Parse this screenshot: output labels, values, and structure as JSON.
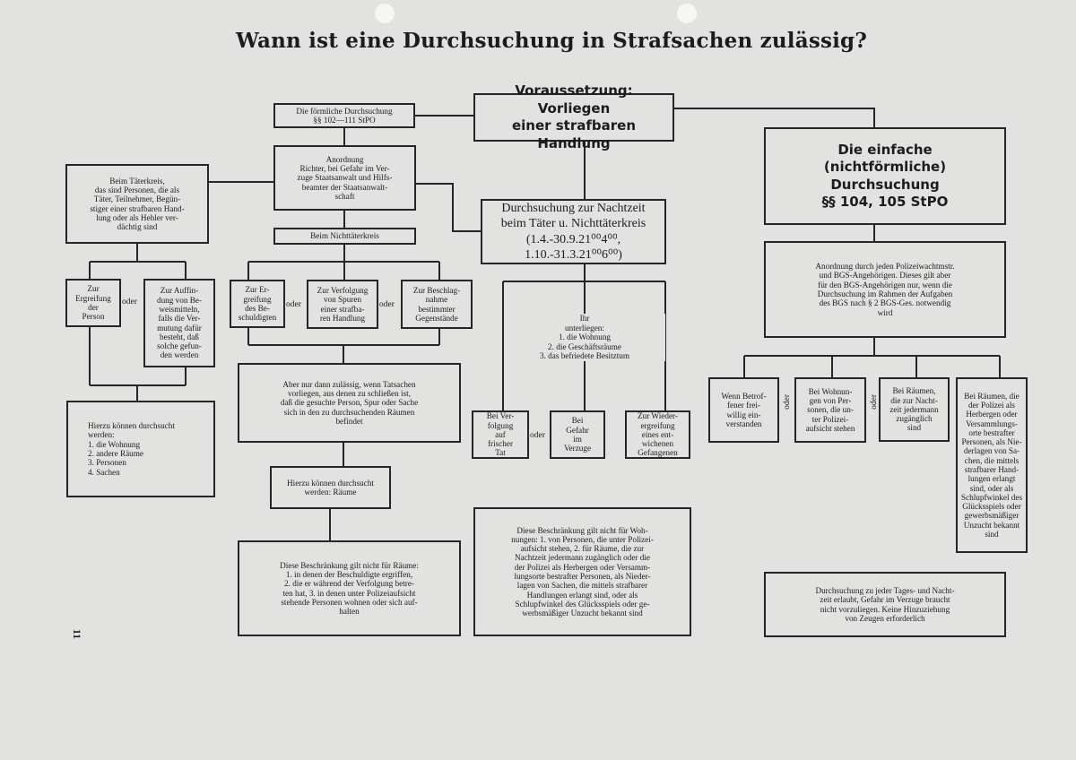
{
  "title": "Wann ist eine Durchsuchung in Strafsachen zulässig?",
  "page_number": "11",
  "connector_word": "oder",
  "boxes": {
    "formal": "Die förmliche Durchsuchung\n§§ 102—111 StPO",
    "premise": "Voraussetzung: Vorliegen\neiner strafbaren Handlung",
    "order": "Anordnung\nRichter, bei Gefahr im Ver-\nzuge Staatsanwalt und Hilfs-\nbeamter der Staatsanwalt-\nschaft",
    "perpetrators": "Beim Täterkreis,\ndas sind Personen, die als\nTäter, Teilnehmer, Begün-\nstiger einer strafbaren Hand-\nlung oder als Hehler ver-\ndächtig sind",
    "non_perpetrators": "Beim Nichttäterkreis",
    "night": "Durchsuchung zur Nachtzeit\nbeim Täter u. Nichttäterkreis\n(1.4.-30.9.21⁰⁰4⁰⁰, 1.10.-31.3.21⁰⁰6⁰⁰)",
    "simple": "Die einfache\n(nichtförmliche)\nDurchsuchung\n§§ 104, 105 StPO",
    "bgs_order": "Anordnung durch jeden Polizeiwachtmstr.\nund BGS-Angehörigen. Dieses gilt aber\nfür den BGS-Angehörigen nur, wenn die\nDurchsuchung im Rahmen der Aufgaben\ndes BGS nach § 2 BGS-Ges. notwendig\nwird",
    "arrest_person": "Zur\nErgreifung\nder\nPerson",
    "find_evidence": "Zur Auffin-\ndung von Be-\nweismitteln,\nfalls die Ver-\nmutung dafür\nbesteht, daß\nsolche gefun-\nden werden",
    "arrest_accused": "Zur Er-\ngreifung\ndes Be-\nschuldigten",
    "trace": "Zur Verfolgung\nvon Spuren\neiner strafba-\nren Handlung",
    "seizure": "Zur Beschlag-\nnahme\nbestimmter\nGegenstände",
    "only_if": "Aber nur dann zulässig, wenn Tatsachen\nvorliegen, aus denen zu schließen ist,\ndaß die gesuchte Person, Spur oder Sache\nsich in den zu durchsuchenden Räumen\nbefindet",
    "searchable_left": "Hierzu können durchsucht\nwerden:\n1. die Wohnung\n2. andere Räume\n3. Personen\n4. Sachen",
    "searchable_rooms": "Hierzu können durchsucht\nwerden: Räume",
    "restriction_rooms": "Diese Beschränkung gilt nicht für Räume:\n1. in denen der Beschuldigte ergriffen,\n2. die er während der Verfolgung betre-\nten hat, 3. in denen unter Polizeiaufsicht\nstehende Personen wohnen oder sich auf-\nhalten",
    "subject_to": "Ihr\nunterliegen:\n1. die Wohnung\n2. die Geschäftsräume\n3. das befriedete Besitztum",
    "hot_pursuit": "Bei Ver-\nfolgung\nauf\nfrischer\nTat",
    "danger": "Bei\nGefahr\nim\nVerzuge",
    "recapture": "Zur Wieder-\nergreifung\neines ent-\nwichenen\nGefangenen",
    "restriction_dwellings": "Diese Beschränkung gilt nicht für Woh-\nnungen: 1. von Personen, die unter Polizei-\naufsicht stehen, 2. für Räume, die zur\nNachtzeit jedermann zugänglich oder die\nder Polizei als Herbergen oder Versamm-\nlungsorte bestrafter Personen, als Nieder-\nlagen von Sachen, die mittels strafbarer\nHandlungen erlangt sind, oder als\nSchlupfwinkel des Glücksspiels oder ge-\nwerbsmäßiger Unzucht bekannt sind",
    "voluntary": "Wenn Betrof-\nfener frei-\nwillig ein-\nverstanden",
    "police_supervision": "Bei Wohnun-\ngen von Per-\nsonen, die un-\nter Polizei-\naufsicht stehen",
    "public_rooms": "Bei Räumen,\ndie zur Nacht-\nzeit jedermann\nzugänglich\nsind",
    "known_places": "Bei Räumen, die\nder Polizei als\nHerbergen oder\nVersammlungs-\norte bestrafter\nPersonen, als Nie-\nderlagen von Sa-\nchen, die mittels\nstrafbarer Hand-\nlungen erlangt\nsind, oder als\nSchlupfwinkel des\nGlücksspiels oder\ngewerbsmäßiger\nUnzucht bekannt\nsind",
    "any_time": "Durchsuchung zu jeder Tages- und Nacht-\nzeit erlaubt, Gefahr im Verzuge braucht\nnicht vorzuliegen. Keine Hinzuziehung\nvon Zeugen erforderlich"
  }
}
